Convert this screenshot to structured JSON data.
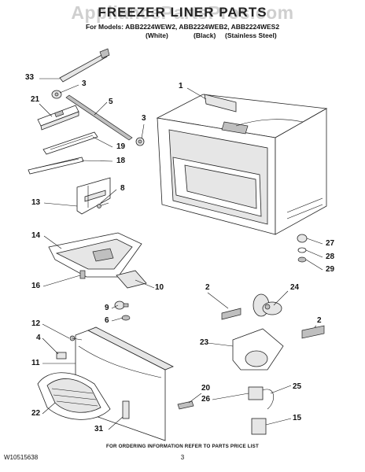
{
  "header": {
    "watermark": "AppliancePartsPros.com",
    "title": "FREEZER LINER PARTS",
    "models_line": "For Models: ABB2224WEW2, ABB2224WEB2, ABB2224WES2",
    "colors": [
      "(White)",
      "(Black)",
      "(Stainless Steel)"
    ]
  },
  "callouts": {
    "c1": "1",
    "c2a": "2",
    "c2b": "2",
    "c3a": "3",
    "c3b": "3",
    "c4": "4",
    "c5": "5",
    "c6": "6",
    "c8": "8",
    "c9": "9",
    "c10": "10",
    "c11": "11",
    "c12": "12",
    "c13": "13",
    "c14": "14",
    "c15": "15",
    "c16": "16",
    "c18": "18",
    "c19": "19",
    "c20": "20",
    "c21": "21",
    "c22": "22",
    "c23": "23",
    "c24": "24",
    "c25": "25",
    "c26": "26",
    "c27": "27",
    "c28": "28",
    "c29": "29",
    "c31": "31",
    "c33": "33"
  },
  "footer": {
    "doc_number": "W10515638",
    "note": "FOR ORDERING INFORMATION REFER TO PARTS PRICE LIST",
    "page": "3"
  }
}
